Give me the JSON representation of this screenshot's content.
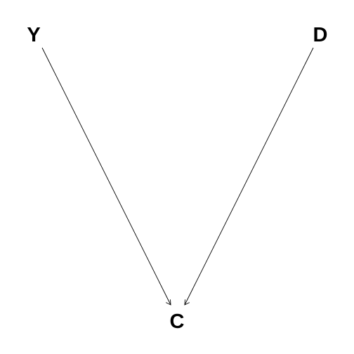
{
  "diagram": {
    "type": "directed-acyclic-graph",
    "nodes": [
      {
        "id": "Y",
        "label": "Y"
      },
      {
        "id": "D",
        "label": "D"
      },
      {
        "id": "C",
        "label": "C"
      }
    ],
    "edges": [
      {
        "from": "Y",
        "to": "C"
      },
      {
        "from": "D",
        "to": "C"
      }
    ],
    "colors": {
      "background": "#ffffff",
      "ink": "#000000"
    }
  }
}
